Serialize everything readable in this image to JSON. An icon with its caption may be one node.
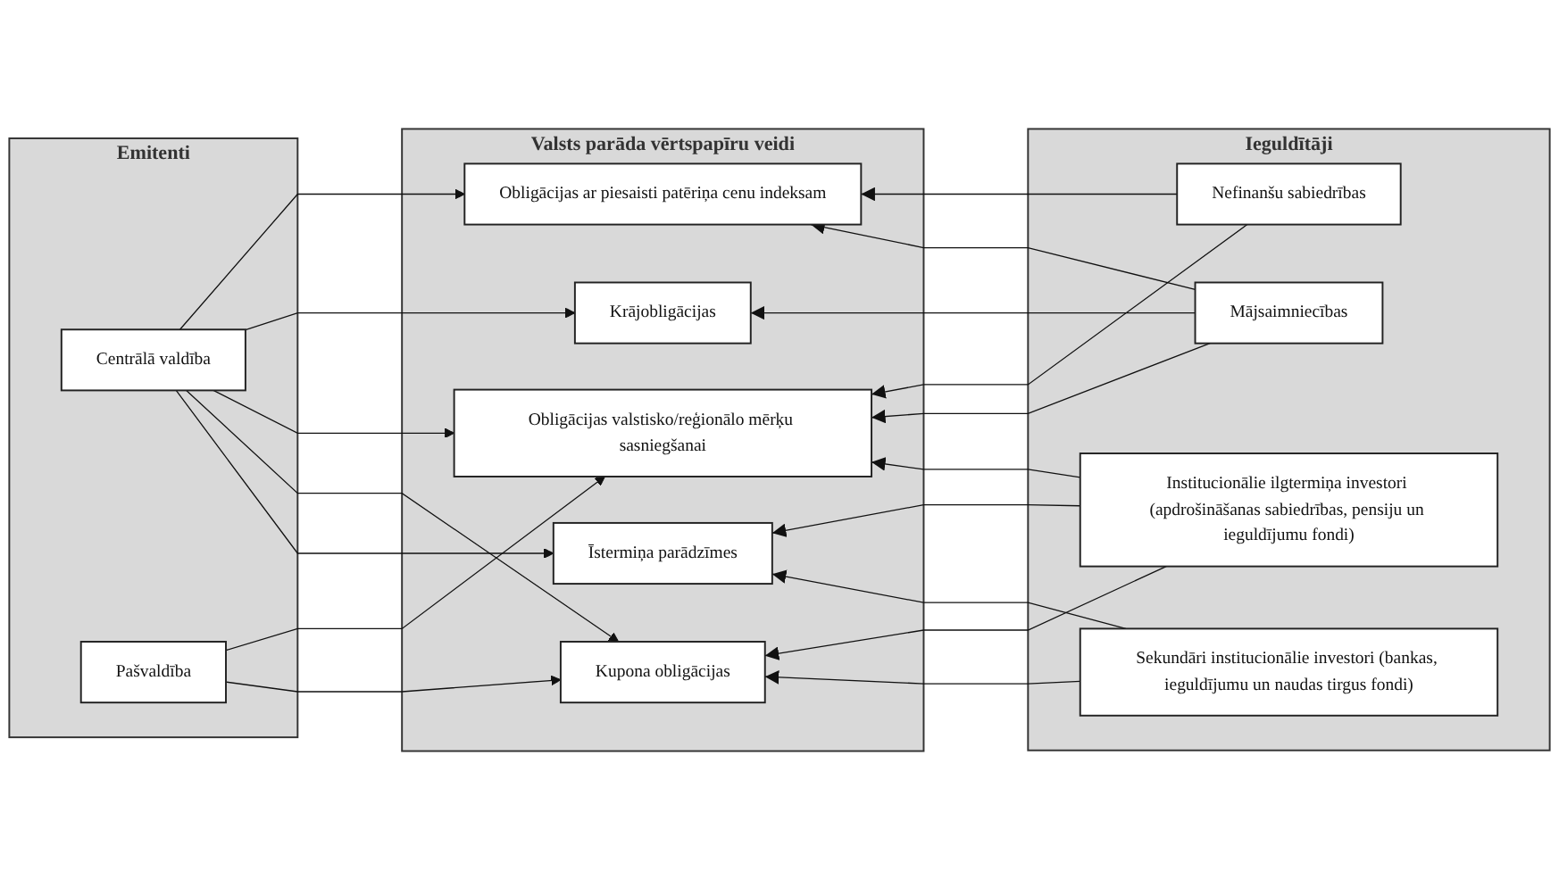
{
  "diagram": {
    "nodes": [
      {
        "text": [
          "Emitenti"
        ]
      },
      {
        "text": [
          "Valsts parāda vērtspapīru veidi"
        ]
      },
      {
        "text": [
          "Ieguldītāji"
        ]
      },
      {
        "text": [
          "Centrālā valdība"
        ],
        "in": 0
      },
      {
        "text": [
          "Pašvaldība"
        ],
        "in": 0
      },
      {
        "text": [
          "Īstermiņa parādzīmes"
        ],
        "in": 1
      },
      {
        "text": [
          "Kupona obligācijas"
        ],
        "in": 1
      },
      {
        "text": [
          "Obligācijas valstisko/reģionālo mērķu sasniegšanai"
        ],
        "in": 1
      },
      {
        "text": [
          "Krājobligācijas"
        ],
        "in": 1
      },
      {
        "text": [
          "Obligācijas ar piesaisti patēriņa cenu indeksam"
        ],
        "in": 1
      },
      {
        "text": [
          "Sekundāri institucionālie investori (bankas, ieguldījumu un naudas tirgus fondi)"
        ],
        "in": 2
      },
      {
        "text": [
          "Institucionālie ilgtermiņa investori (apdrošināšanas sabiedrības, pensiju un ieguldījumu fondi)"
        ],
        "in": 2
      },
      {
        "text": [
          "Mājsaimniecības"
        ],
        "in": 2
      },
      {
        "text": [
          "Nefinanšu sabiedrības"
        ],
        "in": 2
      }
    ],
    "edges": [
      {
        "from": 3,
        "to": 5,
        "arrow": "to"
      },
      {
        "from": 3,
        "to": 6,
        "arrow": "to"
      },
      {
        "from": 3,
        "to": 7,
        "arrow": "to"
      },
      {
        "from": 3,
        "to": 8,
        "arrow": "to"
      },
      {
        "from": 3,
        "to": 9,
        "arrow": "to"
      },
      {
        "from": 4,
        "to": 6,
        "arrow": "to"
      },
      {
        "from": 4,
        "to": 7,
        "arrow": "to"
      },
      {
        "from": 10,
        "to": 5,
        "arrow": "to"
      },
      {
        "from": 10,
        "to": 6,
        "arrow": "to"
      },
      {
        "from": 11,
        "to": 5,
        "arrow": "to"
      },
      {
        "from": 11,
        "to": 6,
        "arrow": "to"
      },
      {
        "from": 11,
        "to": 7,
        "arrow": "to"
      },
      {
        "from": 12,
        "to": 7,
        "arrow": "to"
      },
      {
        "from": 12,
        "to": 8,
        "arrow": "to"
      },
      {
        "from": 12,
        "to": 9,
        "arrow": "to"
      },
      {
        "from": 13,
        "to": 7,
        "arrow": "to"
      },
      {
        "from": 13,
        "to": 9,
        "arrow": "to"
      }
    ]
  }
}
